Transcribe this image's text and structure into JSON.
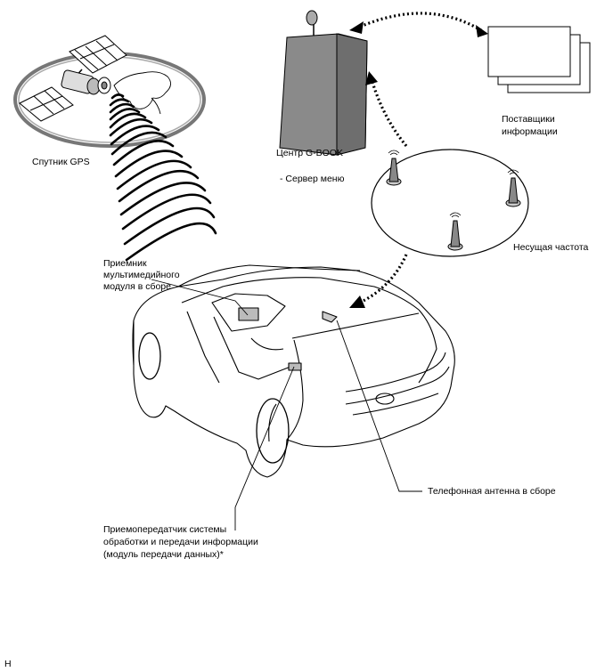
{
  "labels": {
    "gps_satellite": "Спутник GPS",
    "gbook_center": "Центр G-BOOK",
    "menu_server": "- Сервер меню",
    "info_providers_line1": "Поставщики",
    "info_providers_line2": "информации",
    "carrier": "Несущая частота",
    "receiver_line1": "Приемник",
    "receiver_line2": "мультимедийного",
    "receiver_line3": "модуля в сборе",
    "phone_antenna": "Телефонная антенна в сборе",
    "transceiver_line1": "Приемопередатчик системы",
    "transceiver_line2": "обработки и передачи информации",
    "transceiver_line3": "(модуль передачи данных)*",
    "corner_mark": "H"
  },
  "colors": {
    "line": "#000000",
    "tower_fill": "#808080",
    "background": "#ffffff"
  }
}
